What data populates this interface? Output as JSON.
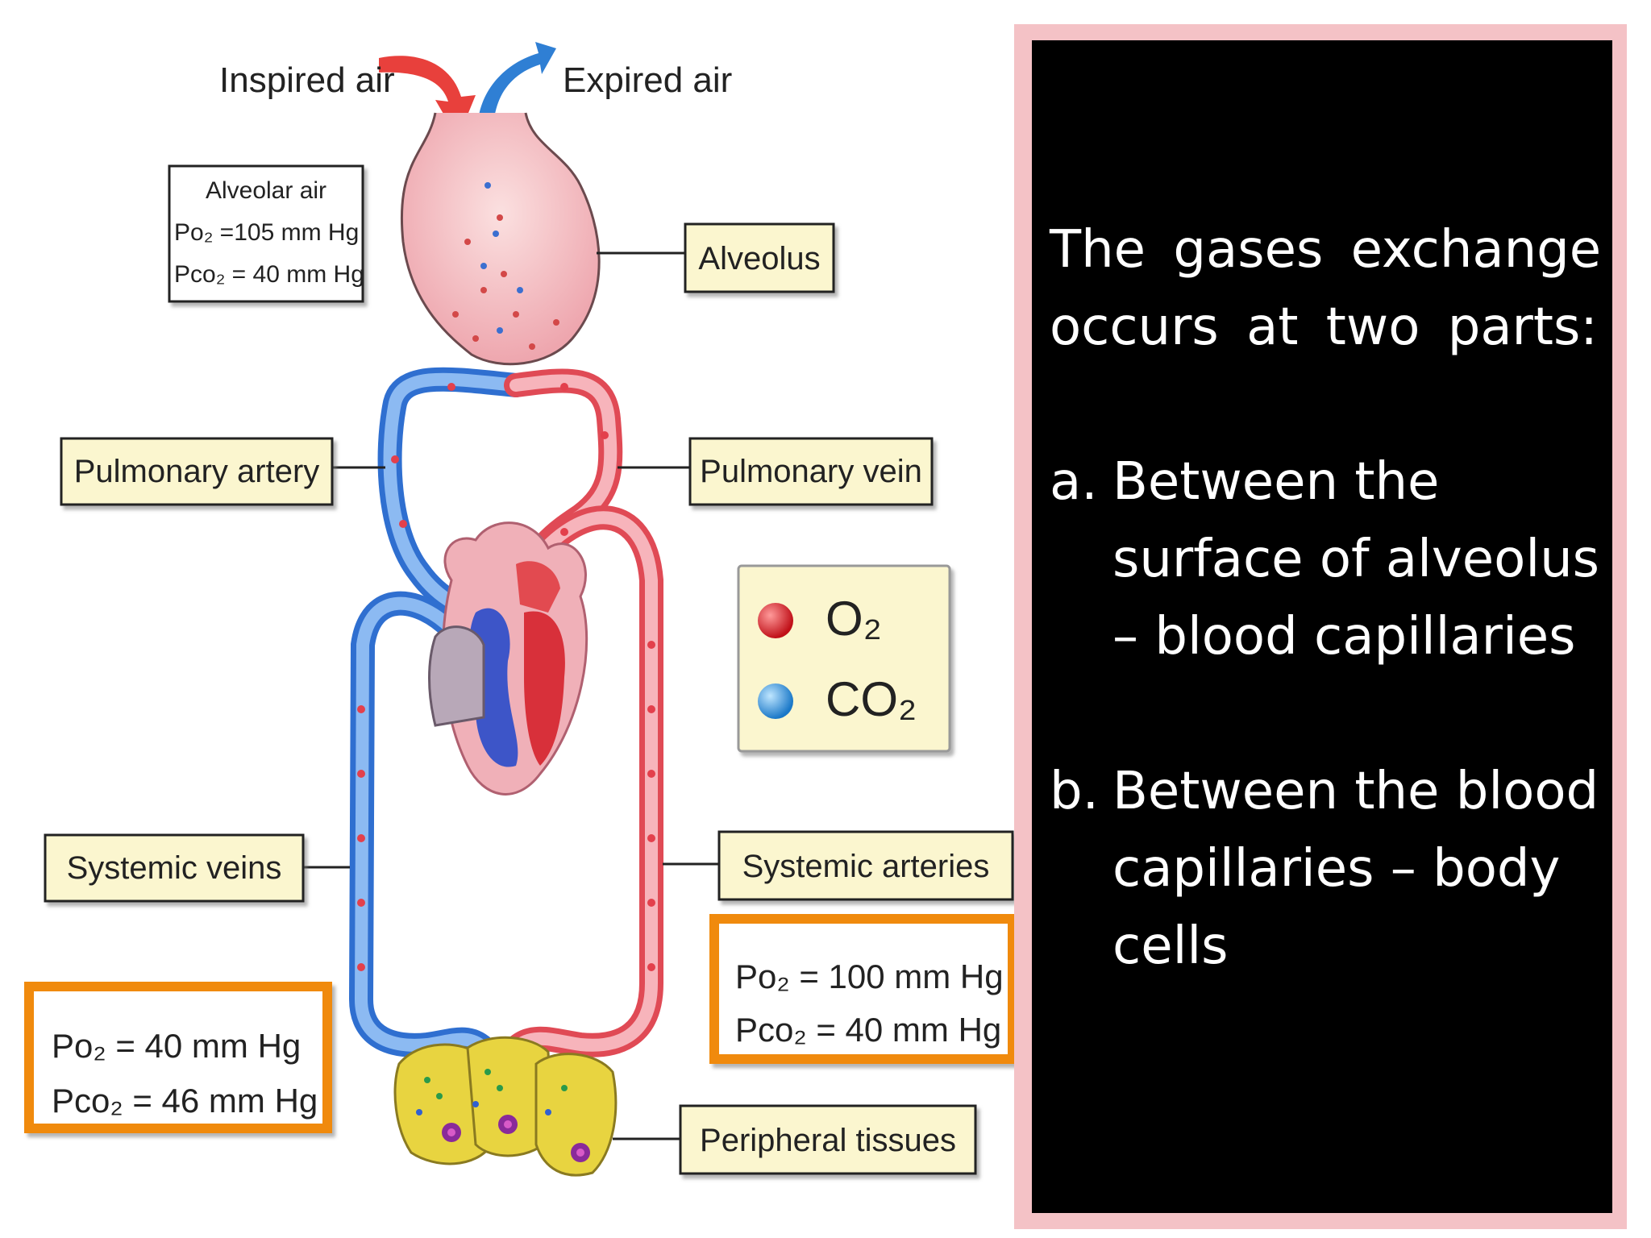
{
  "diagram": {
    "inspired_air": "Inspired air",
    "expired_air": "Expired air",
    "alveolar_air": {
      "title": "Alveolar air",
      "po2": "Po₂ =105 mm Hg",
      "pco2": "Pco₂ = 40 mm Hg"
    },
    "alveolus": "Alveolus",
    "pulmonary_artery": "Pulmonary artery",
    "pulmonary_vein": "Pulmonary vein",
    "legend": {
      "o2": "O₂",
      "co2": "CO₂",
      "o2_color": "#e0242a",
      "co2_color": "#3a9ee8"
    },
    "systemic_veins": "Systemic veins",
    "systemic_arteries": "Systemic arteries",
    "venous_values": {
      "po2": "Po₂ = 40 mm Hg",
      "pco2": "Pco₂ = 46 mm Hg"
    },
    "arterial_values": {
      "po2": "Po₂ = 100 mm Hg",
      "pco2": "Pco₂ = 40 mm Hg"
    },
    "peripheral_tissues": "Peripheral tissues"
  },
  "panel": {
    "intro": "The gases exchange occurs at two parts:",
    "item_a_marker": "a.",
    "item_a_text": "Between the surface of alveolus – blood capillaries",
    "item_b_marker": "b.",
    "item_b_text": "Between the blood capillaries – body cells"
  }
}
